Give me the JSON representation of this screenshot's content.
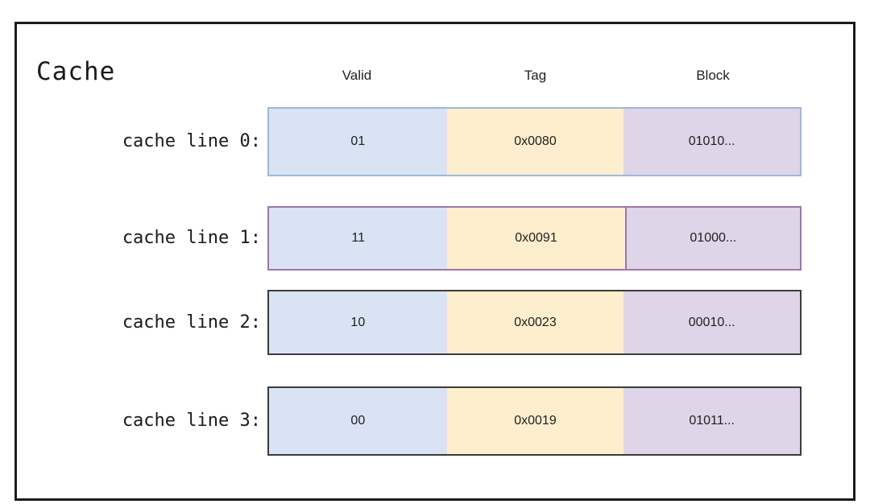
{
  "diagram": {
    "title": "Cache",
    "columns": [
      {
        "key": "valid",
        "header": "Valid",
        "color": "#dae3f3"
      },
      {
        "key": "tag",
        "header": "Tag",
        "color": "#fdeecd"
      },
      {
        "key": "block",
        "header": "Block",
        "color": "#ded5e8"
      }
    ],
    "rows": [
      {
        "label": "cache line 0:",
        "valid": "01",
        "tag": "0x0080",
        "block": "01010...",
        "border_color": "#9eb7de"
      },
      {
        "label": "cache line 1:",
        "valid": "11",
        "tag": "0x0091",
        "block": "01000...",
        "border_color": "#9f74ac"
      },
      {
        "label": "cache line 2:",
        "valid": "10",
        "tag": "0x0023",
        "block": "00010...",
        "border_color": "#3b3b3b"
      },
      {
        "label": "cache line 3:",
        "valid": "00",
        "tag": "0x0019",
        "block": "01011...",
        "border_color": "#3b3b3b"
      }
    ],
    "frame_color": "#1b1b1b"
  }
}
